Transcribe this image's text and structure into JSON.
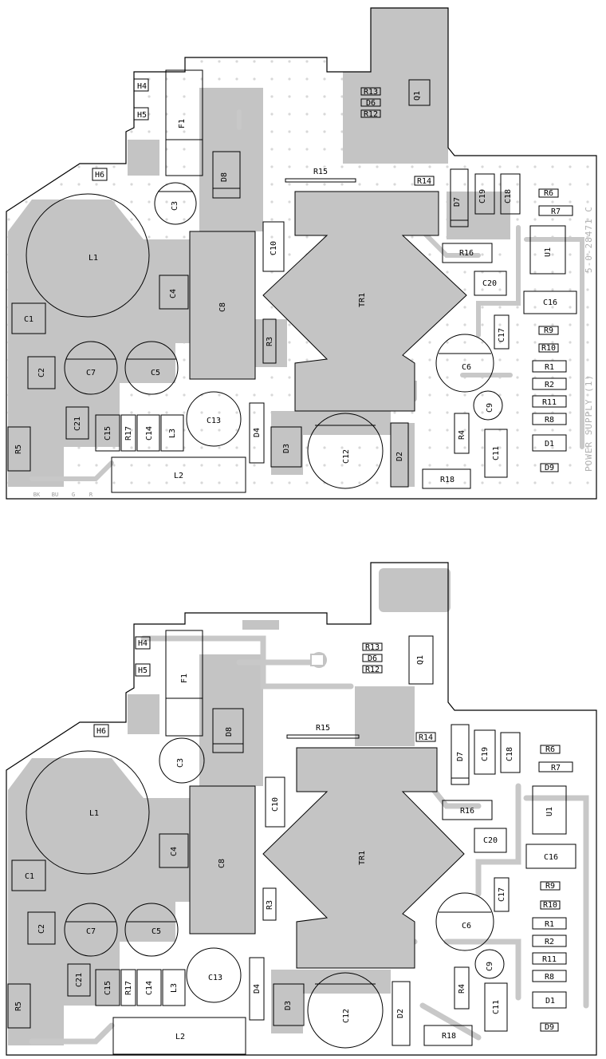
{
  "colors": {
    "copper": "#c4c4c4",
    "outline": "#000000",
    "background": "#ffffff",
    "trace": "#c8c8c8"
  },
  "pcb_top": {
    "board_id": "5-0-28471 C",
    "board_name": "POWER SUPPLY (1)",
    "pad_labels": [
      "BK",
      "BU",
      "G",
      "R"
    ],
    "components": [
      "H4",
      "H5",
      "F1",
      "R13",
      "D6",
      "R12",
      "Q1",
      "H6",
      "D8",
      "R15",
      "R14",
      "D7",
      "C19",
      "C18",
      "R6",
      "R7",
      "C3",
      "L1",
      "C10",
      "U1",
      "C1",
      "C4",
      "C8",
      "TR1",
      "R16",
      "C20",
      "C16",
      "C17",
      "R9",
      "R10",
      "R3",
      "C2",
      "C7",
      "C5",
      "C6",
      "R1",
      "R2",
      "C13",
      "C9",
      "R11",
      "R8",
      "C21",
      "C15",
      "R17",
      "C14",
      "L3",
      "D4",
      "D3",
      "C12",
      "D2",
      "R4",
      "C11",
      "D1",
      "R5",
      "L2",
      "R18",
      "D9"
    ]
  },
  "pcb_bottom": {
    "components": [
      "H4",
      "H5",
      "F1",
      "R13",
      "D6",
      "R12",
      "Q1",
      "H6",
      "D8",
      "R15",
      "R14",
      "D7",
      "C19",
      "C18",
      "R6",
      "R7",
      "C3",
      "L1",
      "C10",
      "U1",
      "C1",
      "C4",
      "C8",
      "TR1",
      "R16",
      "C20",
      "C16",
      "C17",
      "R9",
      "R10",
      "R3",
      "C2",
      "C7",
      "C5",
      "C6",
      "R1",
      "R2",
      "C13",
      "C9",
      "R11",
      "R8",
      "C21",
      "C15",
      "R17",
      "C14",
      "L3",
      "D4",
      "D3",
      "C12",
      "D2",
      "R4",
      "C11",
      "D1",
      "R5",
      "L2",
      "R18",
      "D9"
    ]
  }
}
